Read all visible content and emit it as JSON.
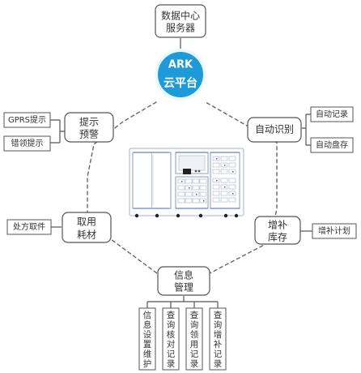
{
  "diagram": {
    "top_server": {
      "line1": "数据中心",
      "line2": "服务器"
    },
    "cloud": {
      "logo": "ARK",
      "label": "云平台"
    },
    "left_top_hub": {
      "line1": "提示",
      "line2": "预警"
    },
    "right_top_hub": {
      "label": "自动识别"
    },
    "left_bottom_hub": {
      "line1": "取用",
      "line2": "耗材"
    },
    "right_bottom_hub": {
      "line1": "增补",
      "line2": "库存"
    },
    "bottom_hub": {
      "line1": "信息",
      "line2": "管理"
    },
    "left_top_leaves": [
      "GPRS提示",
      "错领提示"
    ],
    "right_top_leaves": [
      "自动记录",
      "自动盘存"
    ],
    "left_bottom_leaf": "处方取件",
    "right_bottom_leaf": "增补计划",
    "bottom_leaves": [
      "信息设置维护",
      "查询核对记录",
      "查询领用记录",
      "查询增补记录"
    ],
    "colors": {
      "line": "#666666",
      "box": "#555555",
      "cloud": "#1f9ad8",
      "cloud_glow": "#dff3ff",
      "text": "#333333"
    }
  }
}
